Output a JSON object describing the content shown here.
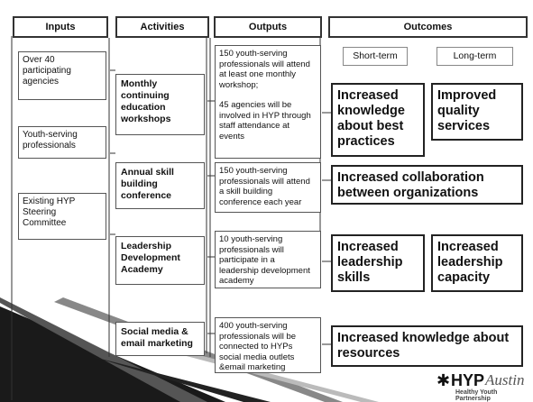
{
  "headers": {
    "inputs": "Inputs",
    "activities": "Activities",
    "outputs": "Outputs",
    "outcomes": "Outcomes"
  },
  "terms": {
    "short": "Short-term",
    "long": "Long-term"
  },
  "inputs": [
    "Over 40 participating agencies",
    "Youth-serving professionals",
    "Existing HYP Steering Committee"
  ],
  "activities": [
    "Monthly continuing education workshops",
    "Annual skill building conference",
    "Leadership Development Academy",
    "Social media & email marketing"
  ],
  "outputs": {
    "o1a": "150 youth-serving professionals will attend at least one monthly workshop;",
    "o1b": "45 agencies will be involved in HYP through staff attendance at events",
    "o2": "150 youth-serving professionals will attend a skill building conference each year",
    "o3": "10 youth-serving professionals will participate in a leadership development academy",
    "o4": "400 youth-serving professionals will be connected to HYPs social media outlets &email marketing"
  },
  "outcomes": {
    "best_practices": "Increased knowledge about best practices",
    "quality": "Improved quality services",
    "collaboration": "Increased collaboration between organizations",
    "leadership_skills": "Increased leadership skills",
    "leadership_capacity": "Increased leadership capacity",
    "resources": "Increased knowledge about resources"
  },
  "logo": {
    "brand": "HYP",
    "city": "Austin",
    "tagline": "Healthy Youth Partnership"
  }
}
